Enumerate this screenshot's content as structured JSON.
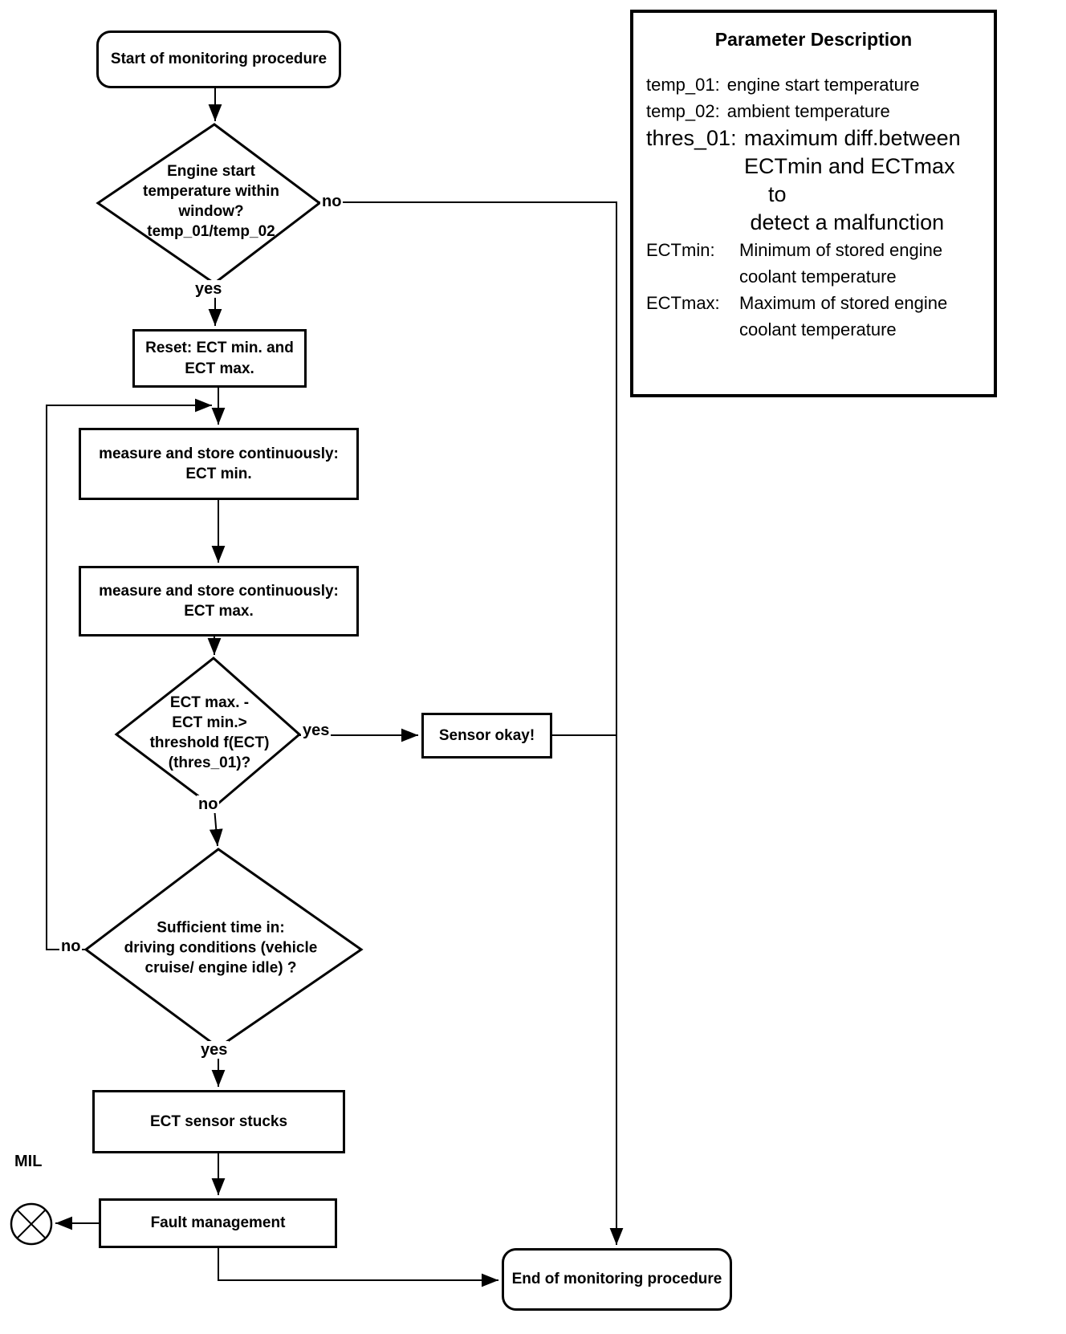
{
  "diagram": {
    "colors": {
      "ink": "#000000",
      "background": "#ffffff"
    },
    "nodes": {
      "start": "Start of monitoring procedure",
      "decision_window": "Engine start\ntemperature within\nwindow?\ntemp_01/temp_02",
      "reset": "Reset: ECT min. and\nECT max.",
      "measure_min": "measure and store continuously:\nECT min.",
      "measure_max": "measure and store continuously:\nECT max.",
      "decision_threshold": "ECT max. -\nECT min.>\nthreshold f(ECT)\n(thres_01)?",
      "sensor_okay": "Sensor okay!",
      "decision_time": "Sufficient time in:\ndriving conditions (vehicle\ncruise/ engine idle) ?",
      "sensor_stucks": "ECT sensor stucks",
      "fault_management": "Fault management",
      "end": "End of monitoring procedure"
    },
    "edge_labels": {
      "window_no": "no",
      "window_yes": "yes",
      "threshold_yes": "yes",
      "threshold_no": "no",
      "time_no": "no",
      "time_yes": "yes",
      "mil": "MIL"
    },
    "legend": {
      "title": "Parameter Description",
      "entries": [
        {
          "label": "temp_01:",
          "text": "engine start temperature"
        },
        {
          "label": "temp_02:",
          "text": "ambient temperature"
        },
        {
          "label": "thres_01:",
          "text": "maximum diff.between\nECTmin and ECTmax\n    to\n detect a malfunction"
        },
        {
          "label": "ECTmin:",
          "text": "Minimum of stored engine\ncoolant temperature"
        },
        {
          "label": "ECTmax:",
          "text": "Maximum of stored engine\ncoolant temperature"
        }
      ]
    }
  }
}
